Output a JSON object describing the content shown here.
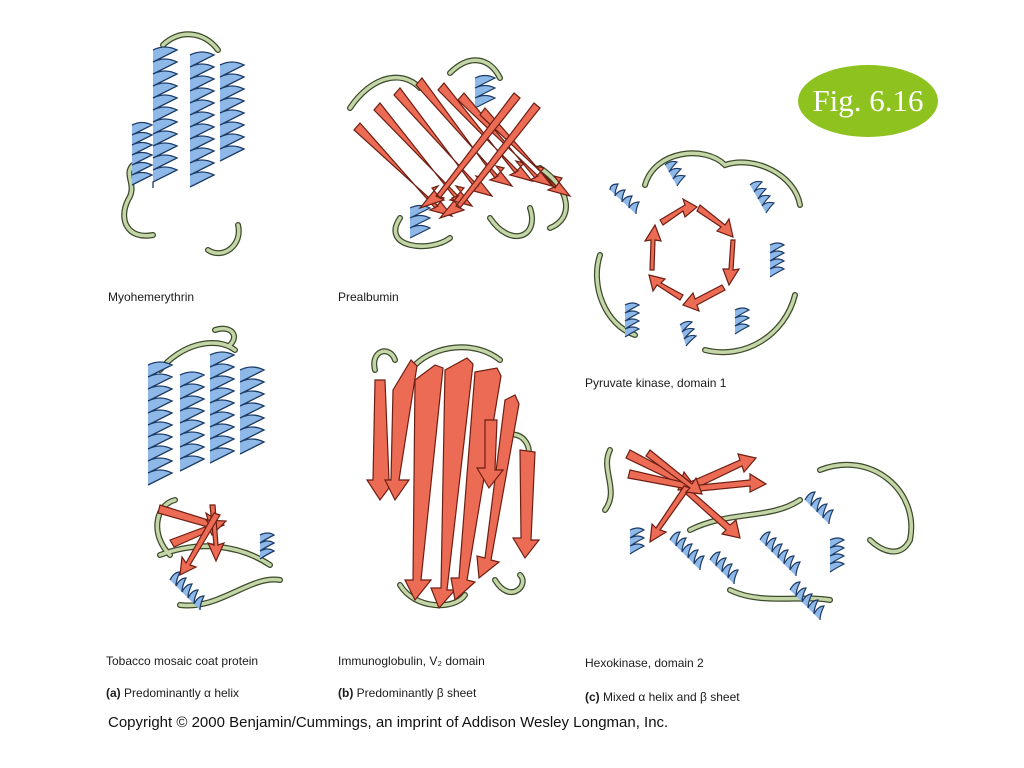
{
  "figure_badge": "Fig. 6.16",
  "colors": {
    "helix": "#8db8e8",
    "helix_edge": "#1d3b66",
    "sheet": "#ec6b55",
    "sheet_edge": "#6e1e12",
    "coil": "#c4d6a8",
    "coil_edge": "#3b4a2a",
    "badge": "#8dc21f"
  },
  "proteins": [
    {
      "label": "Myohemerythrin",
      "icon": "myohemerythrin-structure-icon"
    },
    {
      "label": "Prealbumin",
      "icon": "prealbumin-structure-icon"
    },
    {
      "label": "Pyruvate kinase, domain 1",
      "icon": "pyruvate-kinase-structure-icon"
    },
    {
      "label": "Tobacco mosaic coat protein",
      "icon": "tobacco-mosaic-coat-protein-structure-icon"
    },
    {
      "label": "Immunoglobulin, V₂ domain",
      "icon": "immunoglobulin-structure-icon"
    },
    {
      "label": "Hexokinase, domain 2",
      "icon": "hexokinase-structure-icon"
    }
  ],
  "categories": [
    {
      "letter": "(a)",
      "text": "Predominantly α helix"
    },
    {
      "letter": "(b)",
      "text": "Predominantly β sheet"
    },
    {
      "letter": "(c)",
      "text": "Mixed α helix and β sheet"
    }
  ],
  "copyright": "Copyright © 2000 Benjamin/Cummings, an imprint of Addison Wesley Longman, Inc."
}
